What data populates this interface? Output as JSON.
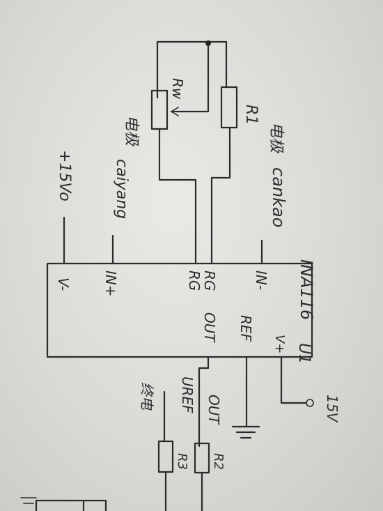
{
  "schematic": {
    "chip_name": "INA116",
    "chip_ref": "U1",
    "pins": {
      "in_minus": "IN-",
      "in_plus": "IN+",
      "rg_top": "RG",
      "rg_bottom": "RG",
      "out": "OUT",
      "ref": "REF",
      "v_plus": "V+",
      "v_minus": "V-"
    },
    "resistors": {
      "rw": "Rw",
      "r1": "R1",
      "r2": "R2",
      "r3": "R3"
    },
    "labels": {
      "electrode_ref_cn": "电极",
      "electrode_ref_pinyin": "cankao",
      "electrode_meas_cn": "电极",
      "electrode_meas_pinyin": "caiyang",
      "supply_neg": "+15Vo",
      "supply_pos": "15V",
      "vref": "UREF",
      "out_net": "OUT",
      "bottom_cn": "终电"
    }
  }
}
